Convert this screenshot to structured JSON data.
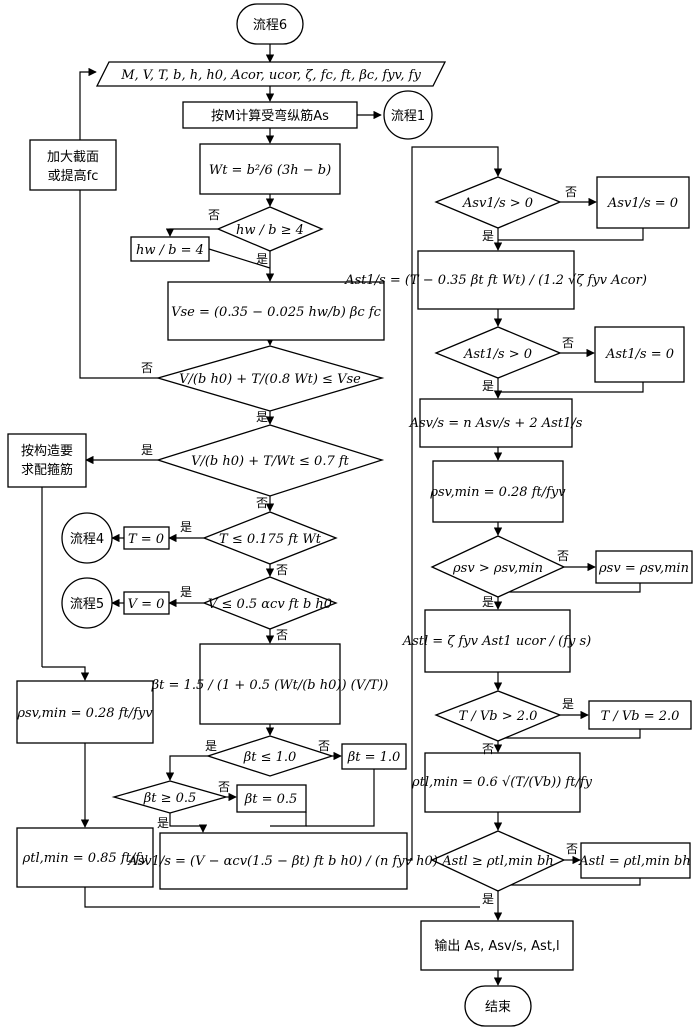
{
  "labels": {
    "yes": "是",
    "no": "否"
  },
  "nodes": {
    "start": "流程6",
    "end": "结束",
    "input": "M, V, T, b, h, h0, Acor, ucor, ζ, fc, ft, βc, fyv, fy",
    "calc_As": "按M计算受弯纵筋As",
    "flow1": "流程1",
    "flow4": "流程4",
    "flow5": "流程5",
    "enlarge_line1": "加大截面",
    "enlarge_line2": "或提高fc",
    "wt": "Wt = b²/6 (3h − b)",
    "hw_check": "hw / b ≥ 4",
    "hw_set": "hw / b = 4",
    "vse": "Vse = (0.35 − 0.025 hw/b) βc fc",
    "section_check": "V/(b h0) + T/(0.8 Wt) ≤ Vse",
    "construct_check": "V/(b h0) + T/Wt ≤ 0.7 ft",
    "construct_line1": "按构造要",
    "construct_line2": "求配箍筋",
    "t_check": "T ≤ 0.175 ft Wt",
    "t_zero": "T = 0",
    "v_check": "V ≤ 0.5 αcv ft b h0",
    "v_zero": "V = 0",
    "beta_t": "βt = 1.5 / (1 + 0.5 (Wt/(b h0)) (V/T))",
    "beta_le": "βt ≤ 1.0",
    "beta_one": "βt = 1.0",
    "beta_ge": "βt ≥ 0.5",
    "beta_half": "βt = 0.5",
    "rho_sv_min_left": "ρsv,min = 0.28 ft/fyv",
    "rho_tl_min_left": "ρtl,min = 0.85 ft/fy",
    "asv1_formula": "Asv1/s = (V − αcv(1.5 − βt) ft b h0) / (n fyv h0)",
    "asv1_check": "Asv1/s > 0",
    "asv1_zero": "Asv1/s = 0",
    "ast1_formula": "Ast1/s = (T − 0.35 βt ft Wt) / (1.2 √ζ fyv Acor)",
    "ast1_check": "Ast1/s > 0",
    "ast1_zero": "Ast1/s = 0",
    "asv_total": "Asv/s = n Asv/s + 2 Ast1/s",
    "rho_sv_min_right": "ρsv,min = 0.28 ft/fyv",
    "rho_check": "ρsv > ρsv,min",
    "rho_set": "ρsv = ρsv,min",
    "astl_formula": "Astl = ζ fyv Ast1 ucor / (fy s)",
    "tvb_check": "T / Vb > 2.0",
    "tvb_set": "T / Vb = 2.0",
    "rho_tl_min_right": "ρtl,min = 0.6 √(T/(Vb)) ft/fy",
    "astl_check": "Astl ≥ ρtl,min bh",
    "astl_set": "Astl = ρtl,min bh",
    "output": "输出 As, Asv/s, Ast,l"
  }
}
